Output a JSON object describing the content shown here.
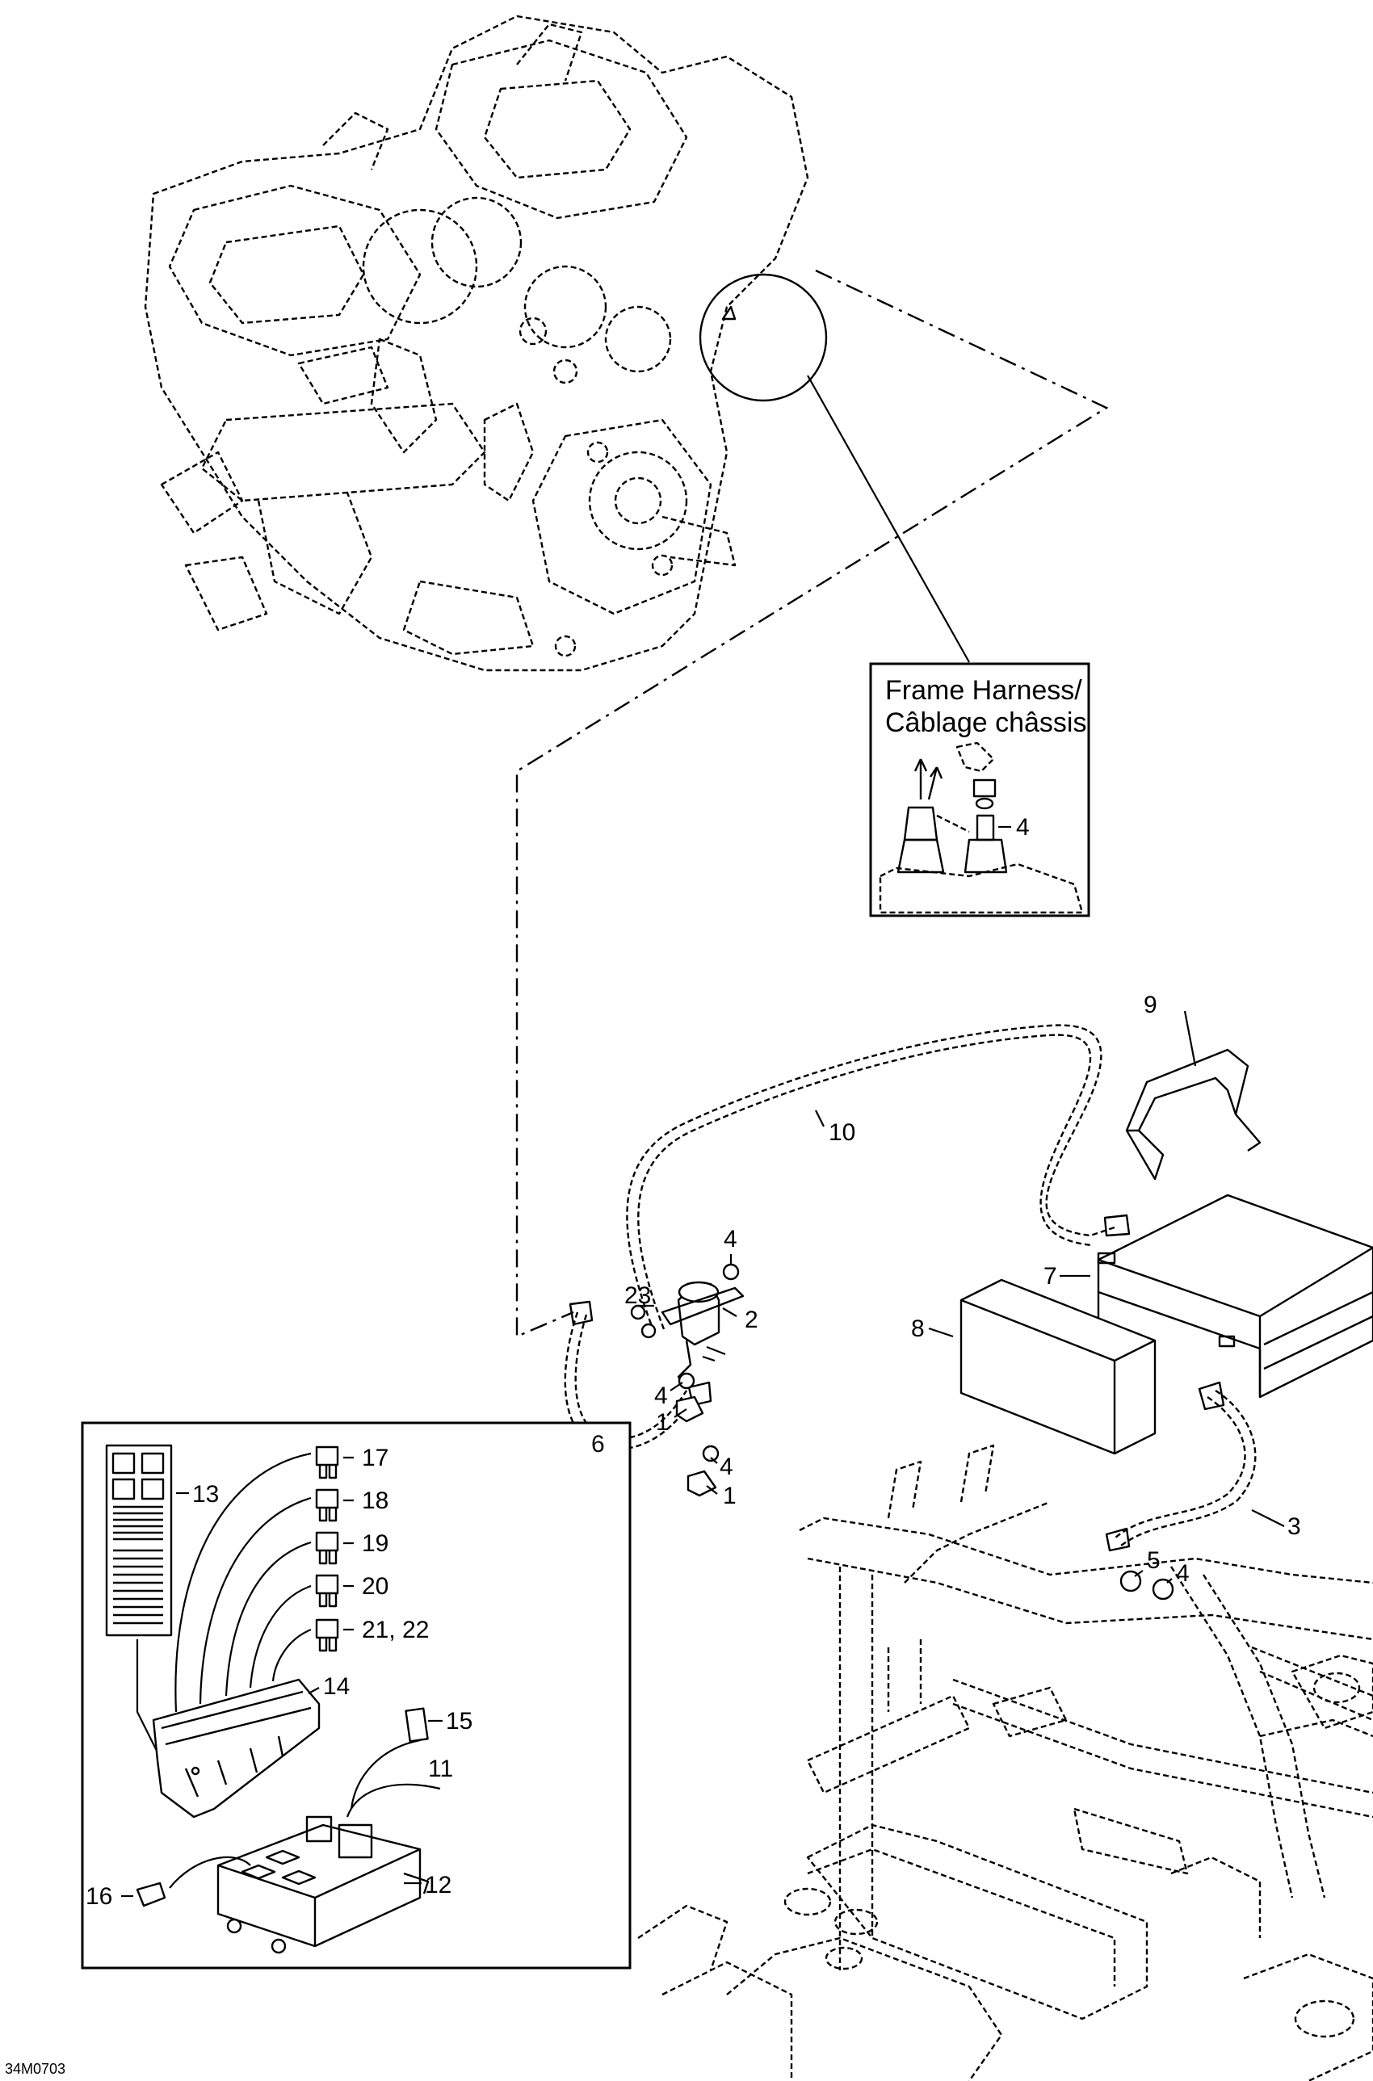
{
  "inset": {
    "title_line1": "Frame Harness/",
    "title_line2": "Câblage châssis"
  },
  "callouts": {
    "c1": "1",
    "c1b": "1",
    "c2": "2",
    "c3": "3",
    "c4_inset": "4",
    "c4_a": "4",
    "c4_b": "4",
    "c4_c": "4",
    "c4_d": "4",
    "c5": "5",
    "c6": "6",
    "c7": "7",
    "c8": "8",
    "c9": "9",
    "c10": "10",
    "c11": "11",
    "c12": "12",
    "c13": "13",
    "c14": "14",
    "c15": "15",
    "c16": "16",
    "c17": "17",
    "c18": "18",
    "c19": "19",
    "c20": "20",
    "c21_22": "21, 22",
    "c23": "23"
  },
  "figure_ref": "34M0703"
}
